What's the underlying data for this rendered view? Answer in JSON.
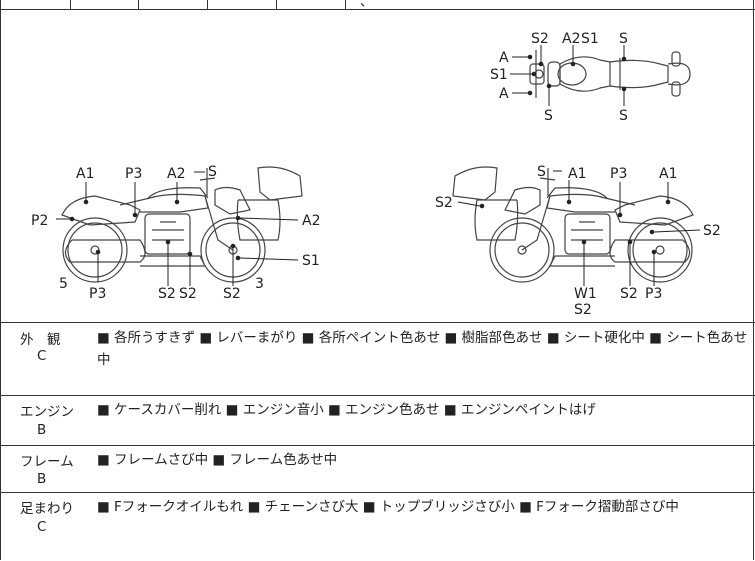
{
  "header": {
    "fragment": "、"
  },
  "diagram": {
    "top_view_labels": [
      "S2",
      "A2",
      "S1",
      "S",
      "A",
      "S1",
      "A",
      "S",
      "S"
    ],
    "left_view_labels": [
      "A1",
      "P3",
      "A2",
      "S",
      "P2",
      "A2",
      "S1",
      "5",
      "P3",
      "S2",
      "S2",
      "S2",
      "3"
    ],
    "right_view_labels": [
      "S",
      "A1",
      "P3",
      "A1",
      "S2",
      "S2",
      "W1",
      "S2",
      "S2",
      "P3"
    ]
  },
  "categories": [
    {
      "name": "外　観",
      "grade": "C",
      "text": "■ 各所うすきず ■ レバーまがり ■ 各所ペイント色あせ ■ 樹脂部色あせ ■ シート硬化中 ■ シート色あせ中"
    },
    {
      "name": "エンジン",
      "grade": "B",
      "text": "■ ケースカバー削れ ■ エンジン音小 ■ エンジン色あせ ■ エンジンペイントはげ"
    },
    {
      "name": "フレーム",
      "grade": "B",
      "text": "■ フレームさび中 ■ フレーム色あせ中"
    },
    {
      "name": "足まわり",
      "grade": "C",
      "text": "■ Fフォークオイルもれ ■ チェーンさび大 ■ トップブリッジさび小 ■ Fフォーク摺動部さび中"
    }
  ]
}
